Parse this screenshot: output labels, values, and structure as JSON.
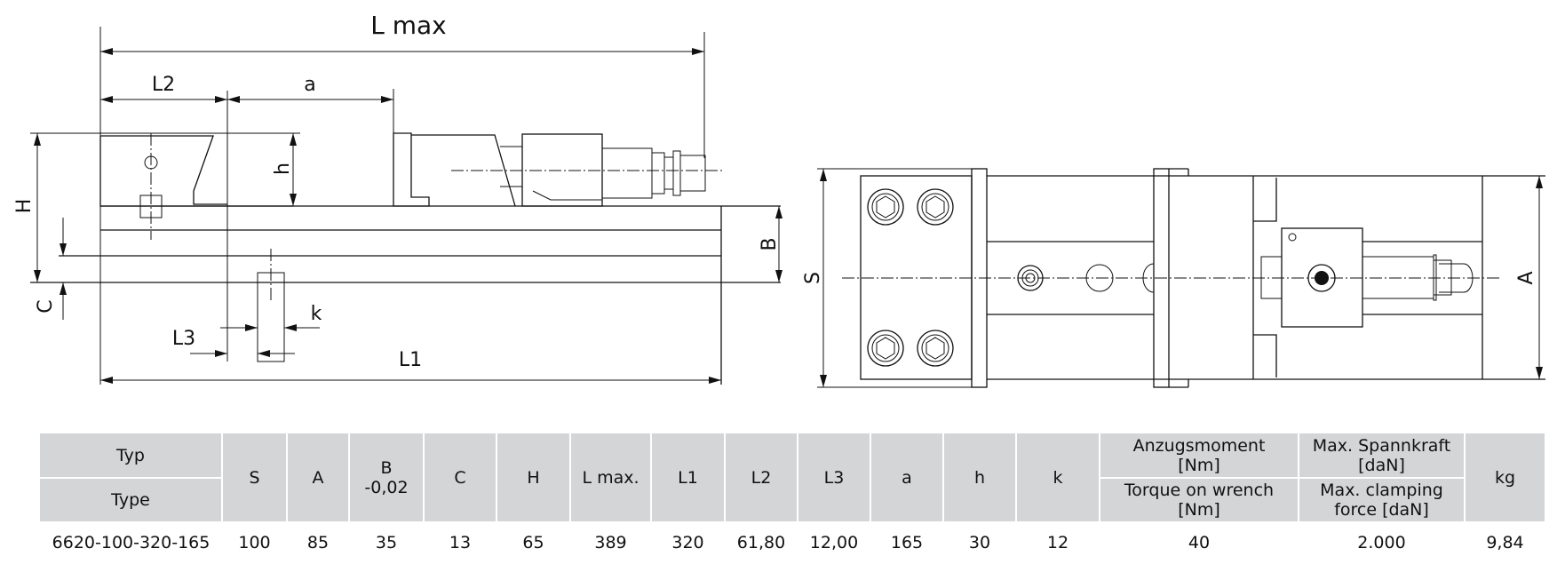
{
  "drawing": {
    "side_view_labels": {
      "lmax": "L max",
      "l2": "L2",
      "a": "a",
      "h": "h",
      "H": "H",
      "B": "B",
      "C": "C",
      "k": "k",
      "l3": "L3",
      "l1": "L1"
    },
    "top_view_labels": {
      "S": "S",
      "A": "A"
    }
  },
  "table": {
    "headers": {
      "typ_de": "Typ",
      "typ_en": "Type",
      "S": "S",
      "A": "A",
      "B": "B",
      "B_tol": "-0,02",
      "C": "C",
      "H": "H",
      "Lmax": "L max.",
      "L1": "L1",
      "L2": "L2",
      "L3": "L3",
      "a": "a",
      "h": "h",
      "k": "k",
      "torque_de_1": "Anzugsmoment",
      "torque_de_2": "[Nm]",
      "torque_en_1": "Torque on wrench",
      "torque_en_2": "[Nm]",
      "force_de_1": "Max. Spannkraft",
      "force_de_2": "[daN]",
      "force_en_1": "Max. clamping",
      "force_en_2": "force [daN]",
      "kg": "kg"
    },
    "rows": [
      {
        "type": "6620-100-320-165",
        "S": "100",
        "A": "85",
        "B": "35",
        "C": "13",
        "H": "65",
        "Lmax": "389",
        "L1": "320",
        "L2": "61,80",
        "L3": "12,00",
        "a": "165",
        "h": "30",
        "k": "12",
        "torque": "40",
        "force": "2.000",
        "kg": "9,84"
      }
    ]
  }
}
